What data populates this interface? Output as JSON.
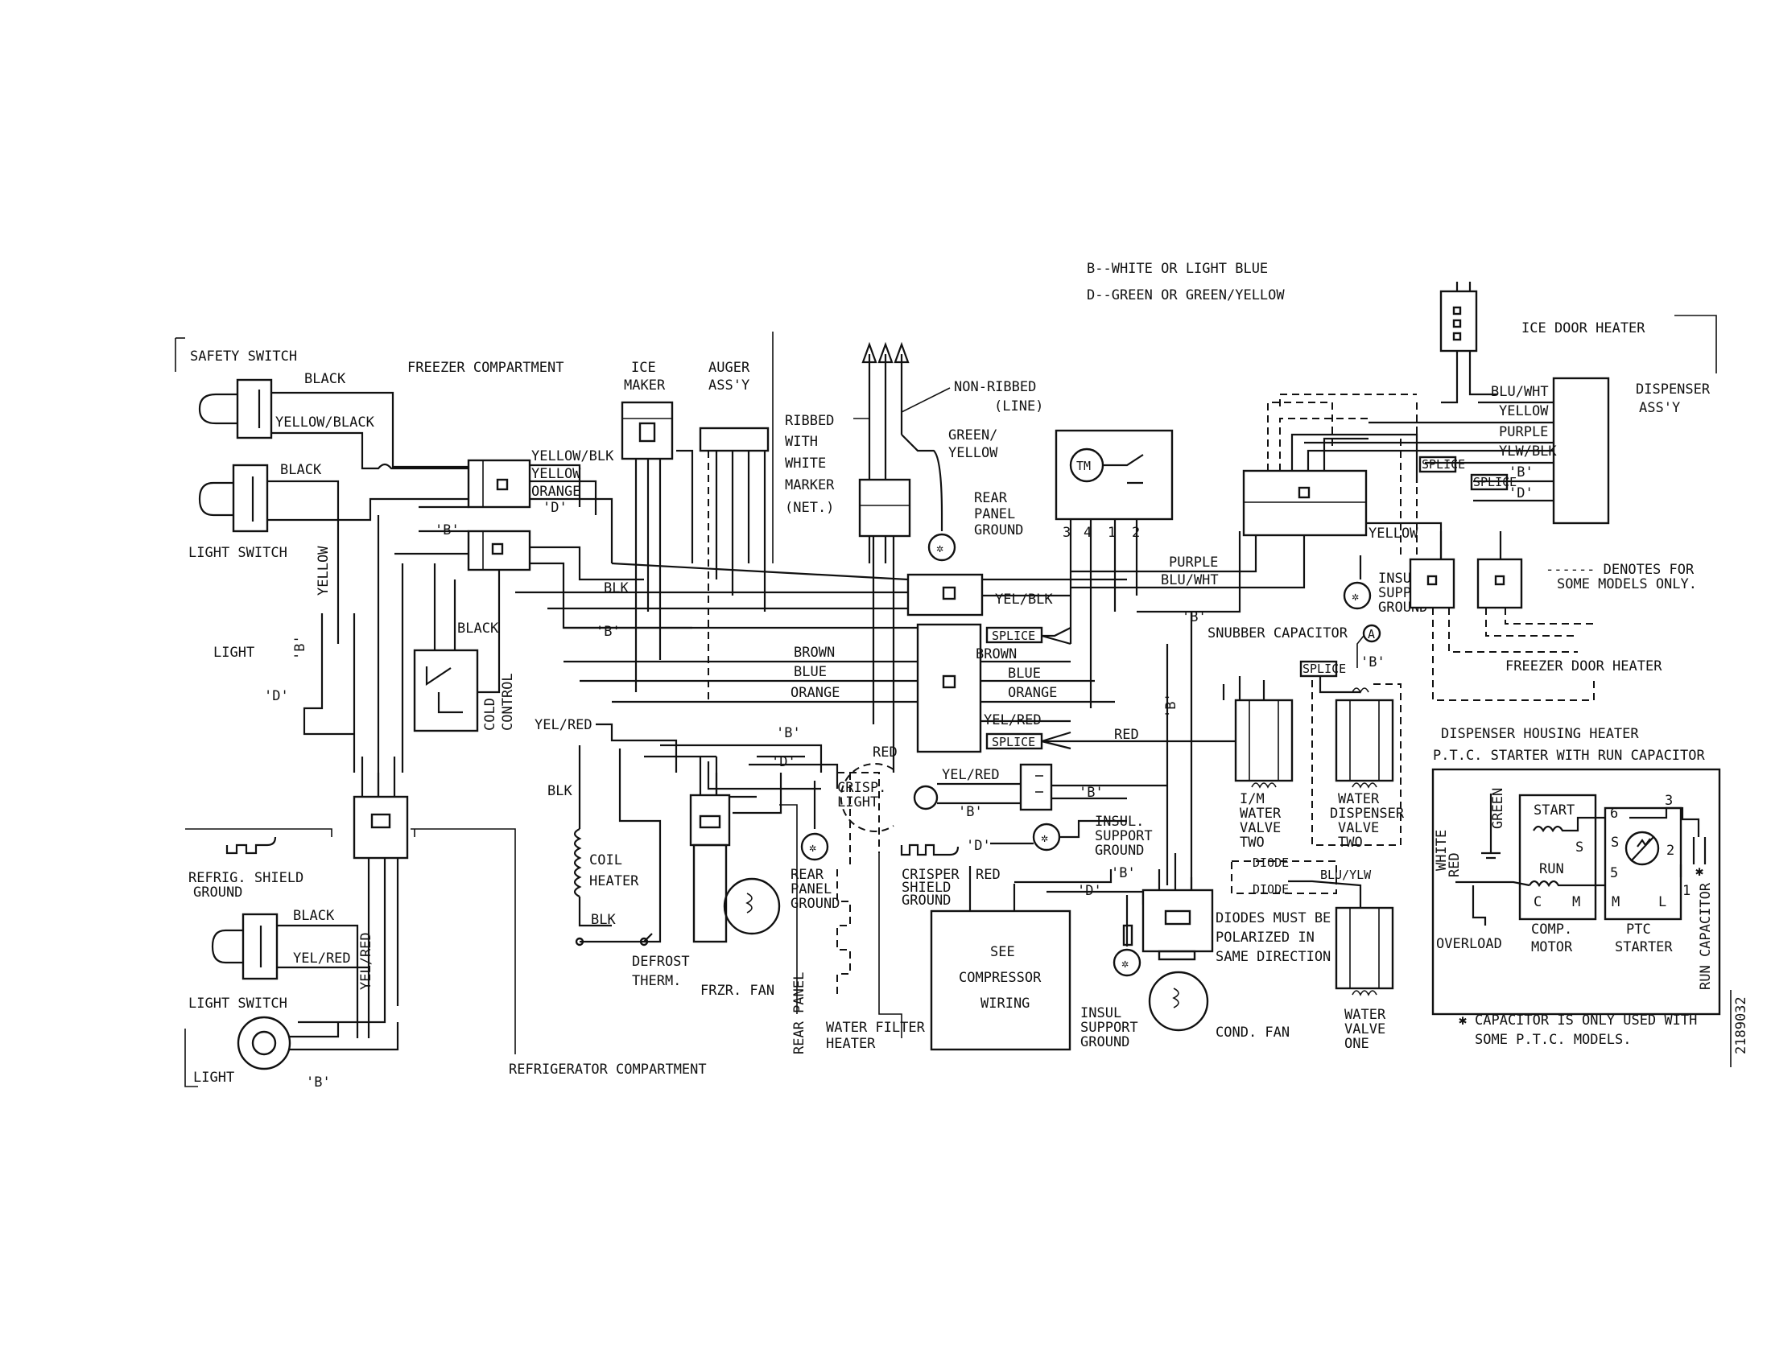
{
  "legend": {
    "b_note": "B--WHITE OR LIGHT BLUE",
    "d_note": "D--GREEN OR GREEN/YELLOW",
    "dashed_note_1": "------ DENOTES FOR",
    "dashed_note_2": "SOME MODELS ONLY."
  },
  "labels": {
    "safety_switch": "SAFETY SWITCH",
    "freezer_compartment": "FREEZER COMPARTMENT",
    "ice_maker_1": "ICE",
    "ice_maker_2": "MAKER",
    "auger_1": "AUGER",
    "auger_2": "ASS'Y",
    "ribbed_1": "RIBBED",
    "ribbed_2": "WITH",
    "ribbed_3": "WHITE",
    "ribbed_4": "MARKER",
    "ribbed_5": "(NET.)",
    "nonribbed_1": "NON-RIBBED",
    "nonribbed_2": "(LINE)",
    "green_yellow_1": "GREEN/",
    "green_yellow_2": "YELLOW",
    "rear_panel_ground_1": "REAR",
    "rear_panel_ground_2": "PANEL",
    "rear_panel_ground_3": "GROUND",
    "tm": "TM",
    "light_switch_top": "LIGHT SWITCH",
    "light_mid": "LIGHT",
    "cold_control_1": "COLD",
    "cold_control_2": "CONTROL",
    "refrig_shield_1": "REFRIG. SHIELD",
    "refrig_shield_2": "GROUND",
    "light_switch_bottom": "LIGHT SWITCH",
    "light_bottom": "LIGHT",
    "refrigerator_compartment": "REFRIGERATOR COMPARTMENT",
    "coil_heater_1": "COIL",
    "coil_heater_2": "HEATER",
    "defrost_1": "DEFROST",
    "defrost_2": "THERM.",
    "frzr_fan": "FRZR. FAN",
    "rear_panel": "REAR PANEL",
    "rear_panel_ground2_1": "REAR",
    "rear_panel_ground2_2": "PANEL",
    "rear_panel_ground2_3": "GROUND",
    "water_filter_1": "WATER FILTER",
    "water_filter_2": "HEATER",
    "crisp_light_1": "CRISP.",
    "crisp_light_2": "LIGHT",
    "insul_support_1": "INSUL.",
    "insul_support_2": "SUPPORT",
    "insul_support_3": "GROUND",
    "crisper_shield_1": "CRISPER",
    "crisper_shield_2": "SHIELD",
    "crisper_shield_3": "GROUND",
    "see_comp_1": "SEE",
    "see_comp_2": "COMPRESSOR",
    "see_comp_3": "WIRING",
    "insul_support_b_1": "INSUL",
    "insul_support_b_2": "SUPPORT",
    "insul_support_b_3": "GROUND",
    "cond_fan": "COND. FAN",
    "diodes_1": "DIODES MUST BE",
    "diodes_2": "POLARIZED IN",
    "diodes_3": "SAME DIRECTION",
    "diode": "DIODE",
    "water_valve_one_1": "WATER",
    "water_valve_one_2": "VALVE",
    "water_valve_one_3": "ONE",
    "im_valve_1": "I/M",
    "im_valve_2": "WATER",
    "im_valve_3": "VALVE",
    "im_valve_4": "TWO",
    "disp_valve_1": "WATER",
    "disp_valve_2": "DISPENSER",
    "disp_valve_3": "VALVE",
    "disp_valve_4": "TWO",
    "snubber": "SNUBBER CAPACITOR",
    "insul_support_c_1": "INSUL",
    "insul_support_c_2": "SUPPORT",
    "insul_support_c_3": "GROUND",
    "ice_door_heater": "ICE DOOR HEATER",
    "dispenser_1": "DISPENSER",
    "dispenser_2": "ASS'Y",
    "freezer_door_heater": "FREEZER DOOR HEATER",
    "dispenser_housing_heater": "DISPENSER HOUSING HEATER",
    "ptc_title": "P.T.C. STARTER WITH RUN CAPACITOR",
    "start": "START",
    "run": "RUN",
    "overload": "OVERLOAD",
    "comp_motor_1": "COMP.",
    "comp_motor_2": "MOTOR",
    "ptc_starter_1": "PTC",
    "ptc_starter_2": "STARTER",
    "run_capacitor": "RUN CAPACITOR",
    "capacitor_note_1": "CAPACITOR IS ONLY USED WITH",
    "capacitor_note_2": "SOME P.T.C. MODELS.",
    "doc_number": "2189032",
    "splice": "SPLICE"
  },
  "wires": {
    "black": "BLACK",
    "yellow_black": "YELLOW/BLACK",
    "yellow_blk": "YELLOW/BLK",
    "yellow": "YELLOW",
    "orange": "ORANGE",
    "blk": "BLK",
    "brown": "BROWN",
    "blue": "BLUE",
    "yel_red": "YEL/RED",
    "yel_blk": "YEL/BLK",
    "purple": "PURPLE",
    "blu_wht": "BLU/WHT",
    "red": "RED",
    "blu_ylw": "BLU/YLW",
    "ylw_blk": "YLW/BLK",
    "white": "WHITE",
    "green": "GREEN",
    "b": "'B'",
    "d": "'D'"
  },
  "terminals": [
    "3",
    "4",
    "1",
    "2"
  ],
  "ptc_terminals": [
    "6",
    "5",
    "3",
    "2",
    "1"
  ],
  "motor_terminals": [
    "S",
    "C",
    "M",
    "S",
    "M",
    "L"
  ],
  "marker_a": "A"
}
